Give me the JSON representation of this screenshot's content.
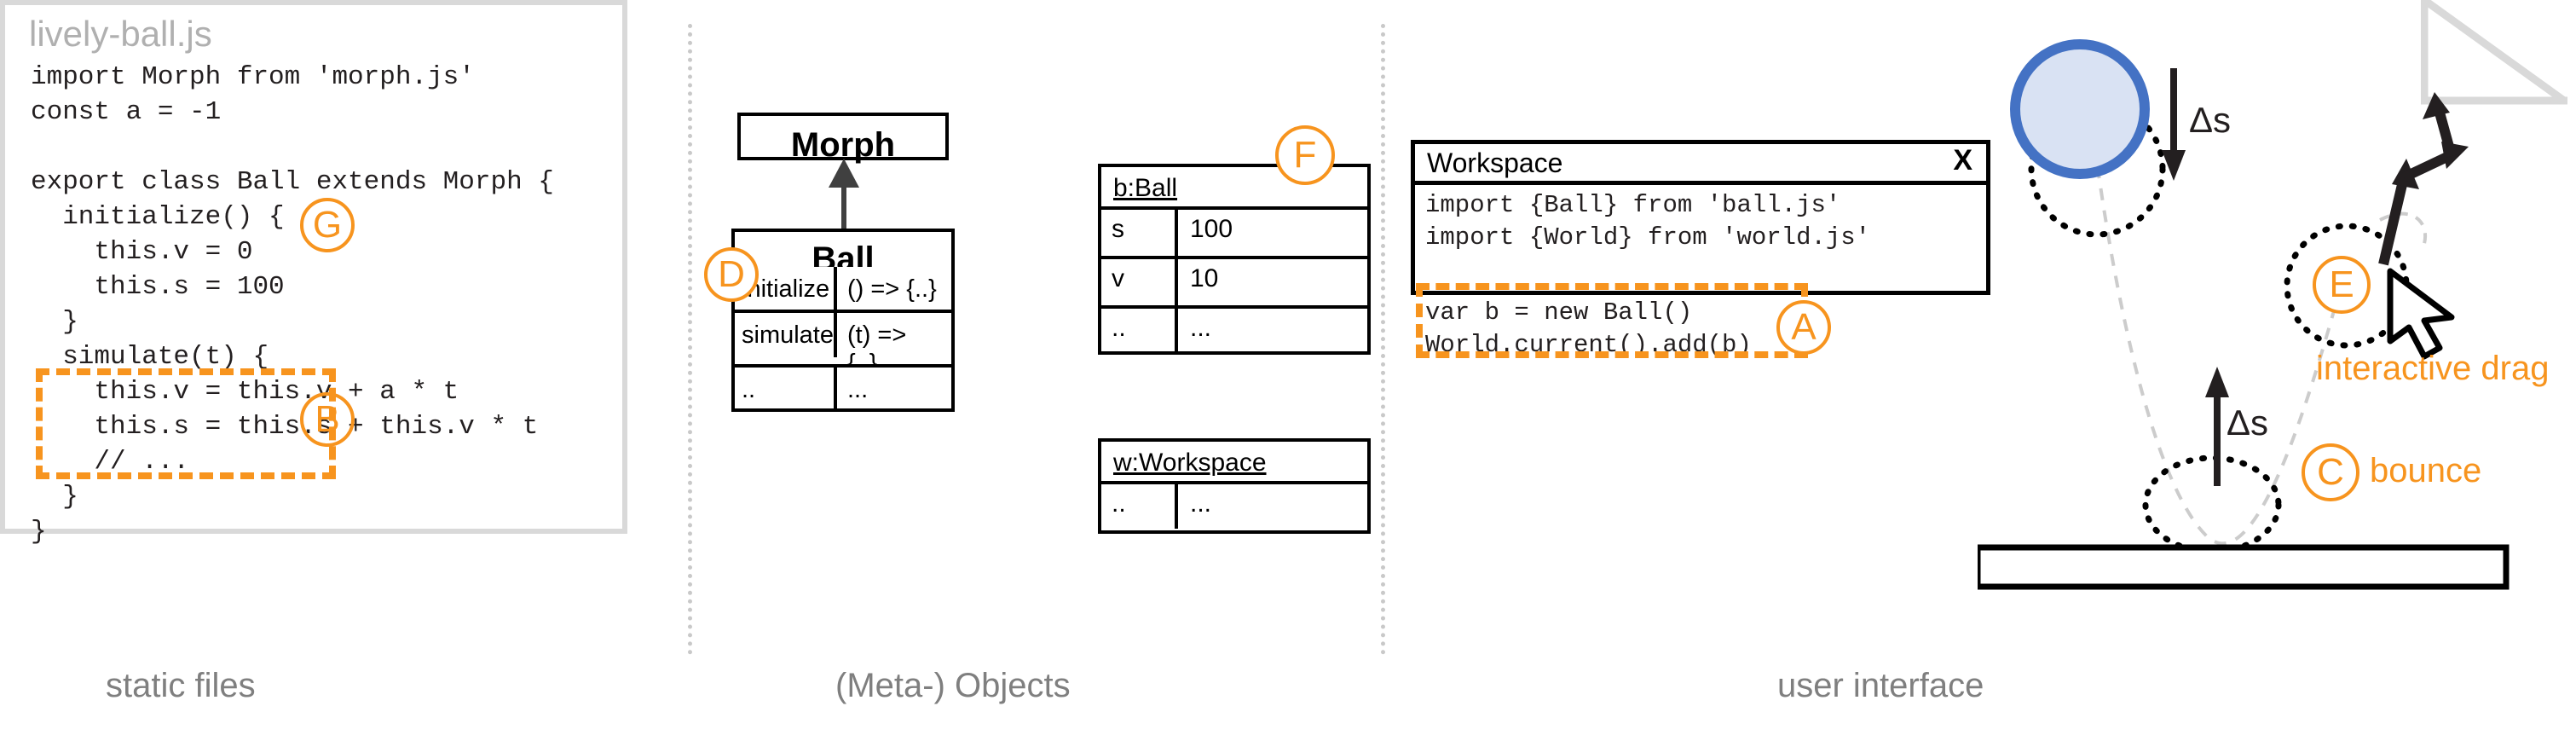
{
  "colors": {
    "accent_orange": "#f7941e",
    "ball_stroke": "#4472c4",
    "ball_fill": "#d9e2f3",
    "caption_gray": "#7f7f7f",
    "card_gray": "#d9d9d9"
  },
  "columns": [
    {
      "caption": "static files"
    },
    {
      "caption": "(Meta-) Objects"
    },
    {
      "caption": "user interface"
    }
  ],
  "file_card": {
    "filename": "lively-ball.js",
    "code": "import Morph from 'morph.js'\nconst a = -1\n\nexport class Ball extends Morph {\n  initialize() {\n    this.v = 0\n    this.s = 100\n  }\n  simulate(t) {\n    this.v = this.v + a * t\n    this.s = this.s + this.v * t\n    // ...\n  }\n}"
  },
  "badges": {
    "A": "A",
    "B": "B",
    "C": "C",
    "D": "D",
    "E": "E",
    "F": "F",
    "G": "G"
  },
  "uml": {
    "superclass": {
      "title": "Morph"
    },
    "subclass": {
      "title": "Ball",
      "rows": [
        {
          "name": "initialize",
          "value": "() => {..}"
        },
        {
          "name": "simulate",
          "value": "(t) => {..}"
        },
        {
          "name": "..",
          "value": "..."
        }
      ]
    }
  },
  "objects": [
    {
      "title": "b:Ball",
      "rows": [
        {
          "key": "s",
          "value": "100"
        },
        {
          "key": "v",
          "value": "10"
        },
        {
          "key": "..",
          "value": "..."
        }
      ]
    },
    {
      "title": "w:Workspace",
      "rows": [
        {
          "key": "..",
          "value": "..."
        }
      ]
    }
  ],
  "workspace": {
    "title": "Workspace",
    "close_label": "X",
    "code_imports": "import {Ball} from 'ball.js'\nimport {World} from 'world.js'",
    "code_selected": "var b = new Ball()\nWorld.current().add(b)"
  },
  "scene": {
    "delta_top_label": "Δs",
    "delta_bottom_label": "Δs",
    "bounce_label": "bounce",
    "drag_label": "interactive drag"
  }
}
